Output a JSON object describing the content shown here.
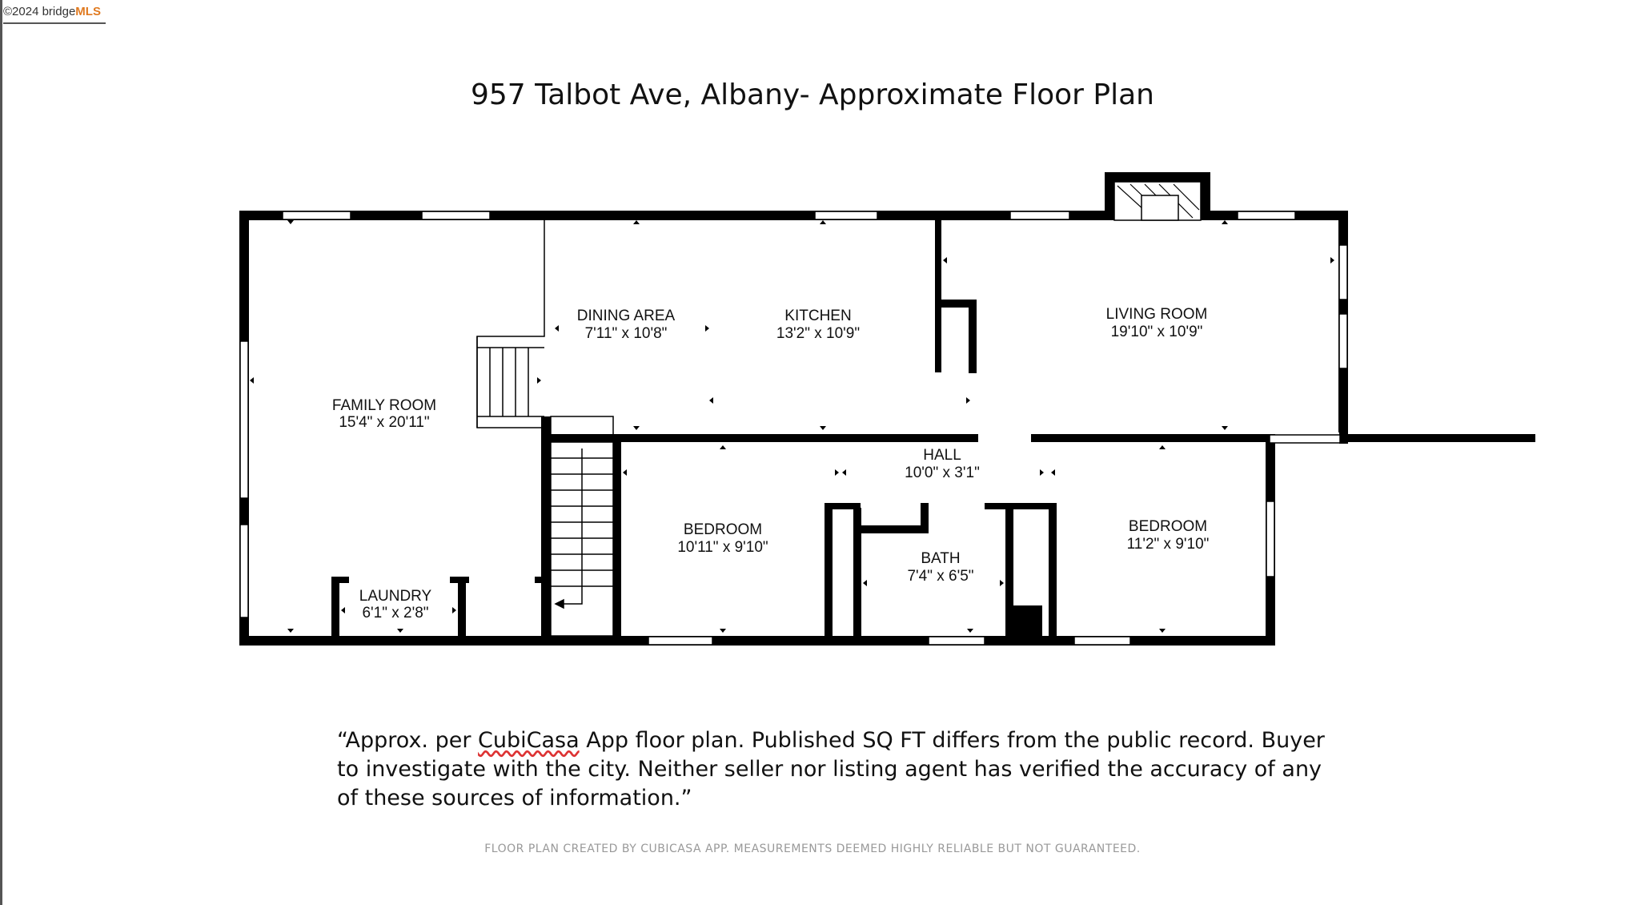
{
  "watermark": {
    "copyright": "©2024 bridge",
    "brand_accent": "MLS",
    "accent_color": "#e07a20"
  },
  "title": "957 Talbot Ave, Albany- Approximate Floor Plan",
  "rooms": {
    "family_room": {
      "name": "FAMILY ROOM",
      "size": "15'4\" x 20'11\""
    },
    "dining_area": {
      "name": "DINING AREA",
      "size": "7'11\" x 10'8\""
    },
    "kitchen": {
      "name": "KITCHEN",
      "size": "13'2\" x 10'9\""
    },
    "living_room": {
      "name": "LIVING ROOM",
      "size": "19'10\" x 10'9\""
    },
    "hall": {
      "name": "HALL",
      "size": "10'0\" x 3'1\""
    },
    "bedroom_1": {
      "name": "BEDROOM",
      "size": "10'11\" x 9'10\""
    },
    "bath": {
      "name": "BATH",
      "size": "7'4\" x 6'5\""
    },
    "bedroom_2": {
      "name": "BEDROOM",
      "size": "11'2\" x 9'10\""
    },
    "laundry": {
      "name": "LAUNDRY",
      "size": "6'1\" x 2'8\""
    }
  },
  "disclaimer": {
    "open_quote": "“Approx. per ",
    "misspelled": "CubiCasa",
    "rest": " App floor plan. Published SQ FT differs from the public record. Buyer to investigate with the city. Neither seller nor listing agent has verified the accuracy of any of these sources of information.”"
  },
  "footnote": "FLOOR PLAN CREATED BY CUBICASA APP. MEASUREMENTS DEEMED HIGHLY RELIABLE BUT NOT GUARANTEED.",
  "colors": {
    "wall": "#000000",
    "window": "#ffffff",
    "footnote": "#999999"
  }
}
